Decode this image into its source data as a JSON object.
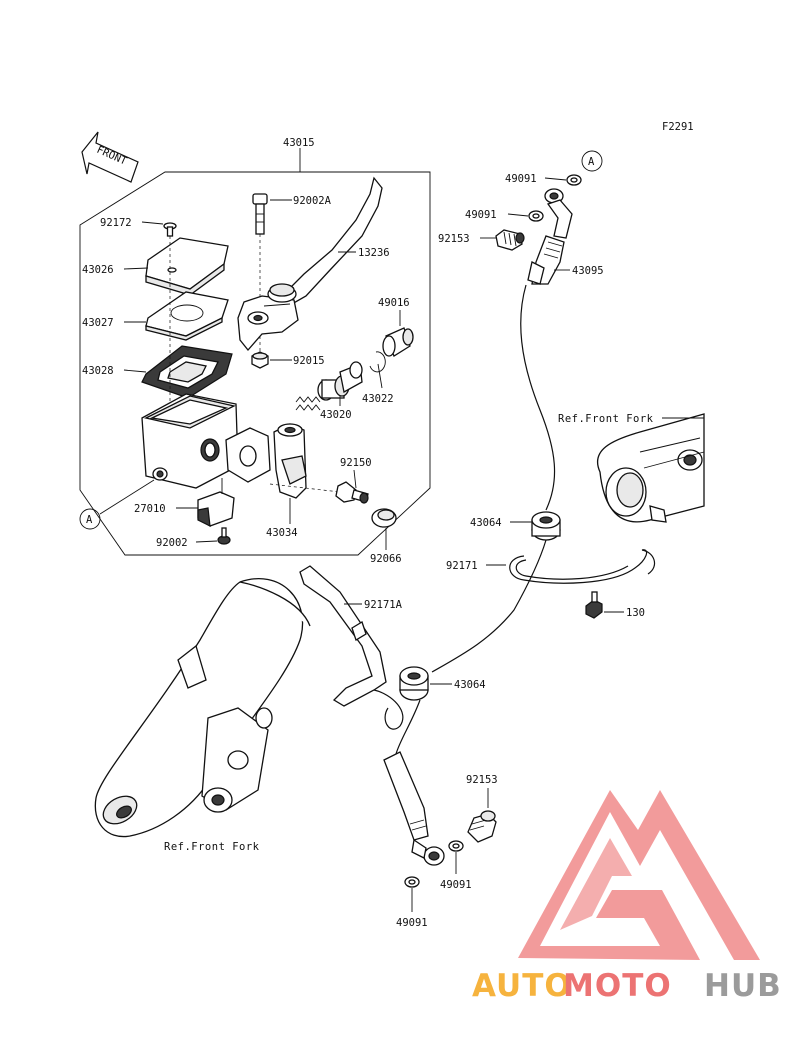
{
  "figure_code": "F2291",
  "front_arrow_label": "FRONT",
  "callouts": {
    "p43015": "43015",
    "p92172": "92172",
    "p43026": "43026",
    "p43027": "43027",
    "p43028": "43028",
    "p27010": "27010",
    "p92002": "92002",
    "p92002A": "92002A",
    "p13236": "13236",
    "p92015": "92015",
    "p49016": "49016",
    "p43020": "43020",
    "p43022": "43022",
    "p92150": "92150",
    "p43034": "43034",
    "p92066": "92066",
    "p49091_a": "49091",
    "p49091_b": "49091",
    "p92153_a": "92153",
    "p43095": "43095",
    "p43064_a": "43064",
    "p92171": "92171",
    "p130": "130",
    "p92171A": "92171A",
    "p43064_b": "43064",
    "p92153_b": "92153",
    "p49091_c": "49091",
    "p49091_d": "49091"
  },
  "ref_marks": {
    "a_left": "A",
    "a_right": "A"
  },
  "references": {
    "front_fork_right": "Ref.Front Fork",
    "front_fork_left": "Ref.Front Fork"
  },
  "watermark": {
    "part1": "AUTO",
    "part2": "MOTO",
    "part3": "HUB",
    "colors": {
      "auto": "#f6b33e",
      "moto": "#ec7373",
      "hub": "#9b9b9b",
      "triangle": "#f08a8a"
    }
  }
}
